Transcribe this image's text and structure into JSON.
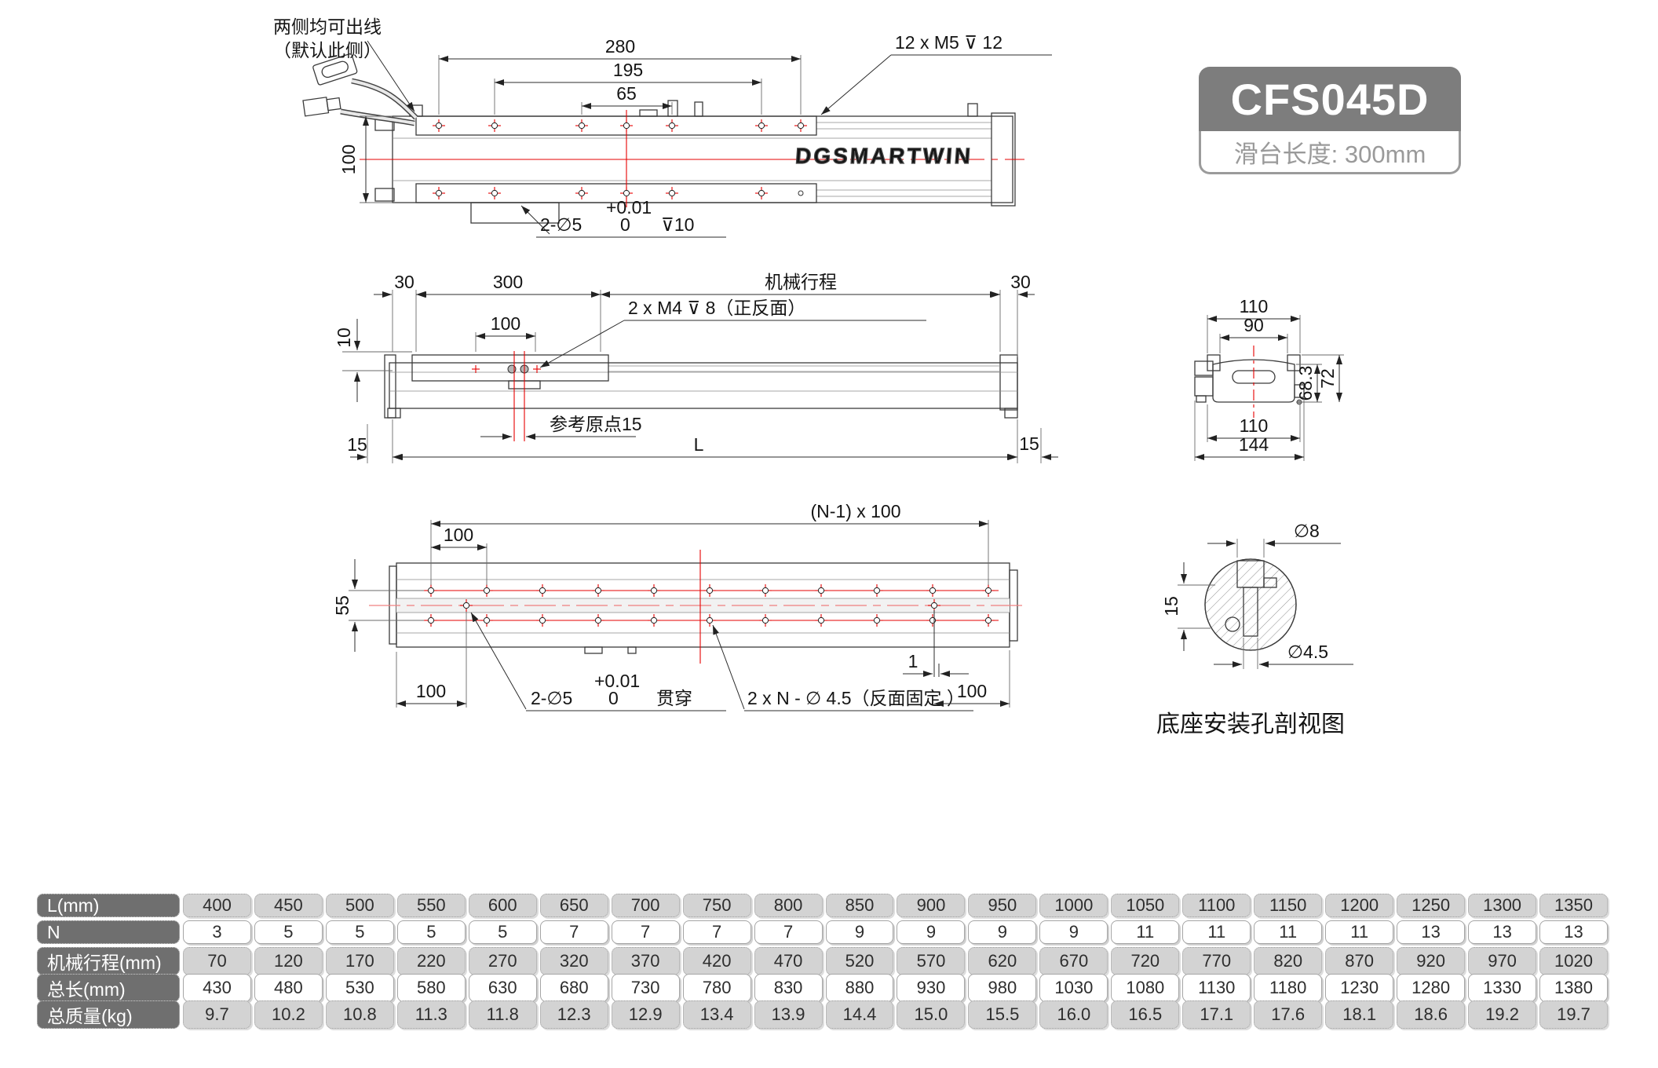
{
  "badge": {
    "model": "CFS045D",
    "subtitle": "滑台长度: 300mm"
  },
  "brand": "DGSMARTWIN",
  "top": {
    "note1": "两侧均可出线",
    "note2": "（默认此侧）",
    "d280": "280",
    "d195": "195",
    "d65": "65",
    "d100": "100",
    "m5": "12 x M5 ⊽ 12",
    "pin_prefix": "2-∅5",
    "pin_upper": "+0.01",
    "pin_zero": "0",
    "pin_depth": "⊽10"
  },
  "side": {
    "d30l": "30",
    "d300": "300",
    "stroke_label": "机械行程",
    "d30r": "30",
    "d100": "100",
    "d10": "10",
    "m4": "2 x M4 ⊽ 8（正反面）",
    "origin": "参考原点15",
    "d15l": "15",
    "dL": "L",
    "d15r": "15"
  },
  "section": {
    "d110t": "110",
    "d90": "90",
    "d683": "68.3",
    "d72": "72",
    "d110b": "110",
    "d144": "144"
  },
  "bottom": {
    "pitch": "(N-1) x 100",
    "d100t": "100",
    "d55": "55",
    "d100bl": "100",
    "d1": "1",
    "d100br": "100",
    "pin_prefix": "2-∅5",
    "pin_upper": "+0.01",
    "pin_zero": "0",
    "pin_suffix": "贯穿",
    "holes_callout": "2 x N - ∅ 4.5（反面固定 ）"
  },
  "detail": {
    "d8": "∅8",
    "d15": "15",
    "d45": "∅4.5",
    "caption": "底座安装孔剖视图"
  },
  "table": {
    "rows": [
      {
        "label": "L(mm)",
        "values": [
          "400",
          "450",
          "500",
          "550",
          "600",
          "650",
          "700",
          "750",
          "800",
          "850",
          "900",
          "950",
          "1000",
          "1050",
          "1100",
          "1150",
          "1200",
          "1250",
          "1300",
          "1350"
        ]
      },
      {
        "label": "N",
        "values": [
          "3",
          "5",
          "5",
          "5",
          "5",
          "7",
          "7",
          "7",
          "7",
          "9",
          "9",
          "9",
          "9",
          "11",
          "11",
          "11",
          "11",
          "13",
          "13",
          "13"
        ]
      },
      {
        "label": "机械行程(mm)",
        "values": [
          "70",
          "120",
          "170",
          "220",
          "270",
          "320",
          "370",
          "420",
          "470",
          "520",
          "570",
          "620",
          "670",
          "720",
          "770",
          "820",
          "870",
          "920",
          "970",
          "1020"
        ]
      },
      {
        "label": "总长(mm)",
        "values": [
          "430",
          "480",
          "530",
          "580",
          "630",
          "680",
          "730",
          "780",
          "830",
          "880",
          "930",
          "980",
          "1030",
          "1080",
          "1130",
          "1180",
          "1230",
          "1280",
          "1330",
          "1380"
        ]
      },
      {
        "label": "总质量(kg)",
        "values": [
          "9.7",
          "10.2",
          "10.8",
          "11.3",
          "11.8",
          "12.3",
          "12.9",
          "13.4",
          "13.9",
          "14.4",
          "15.0",
          "15.5",
          "16.0",
          "16.5",
          "17.1",
          "17.6",
          "18.1",
          "18.6",
          "19.2",
          "19.7"
        ]
      }
    ]
  }
}
